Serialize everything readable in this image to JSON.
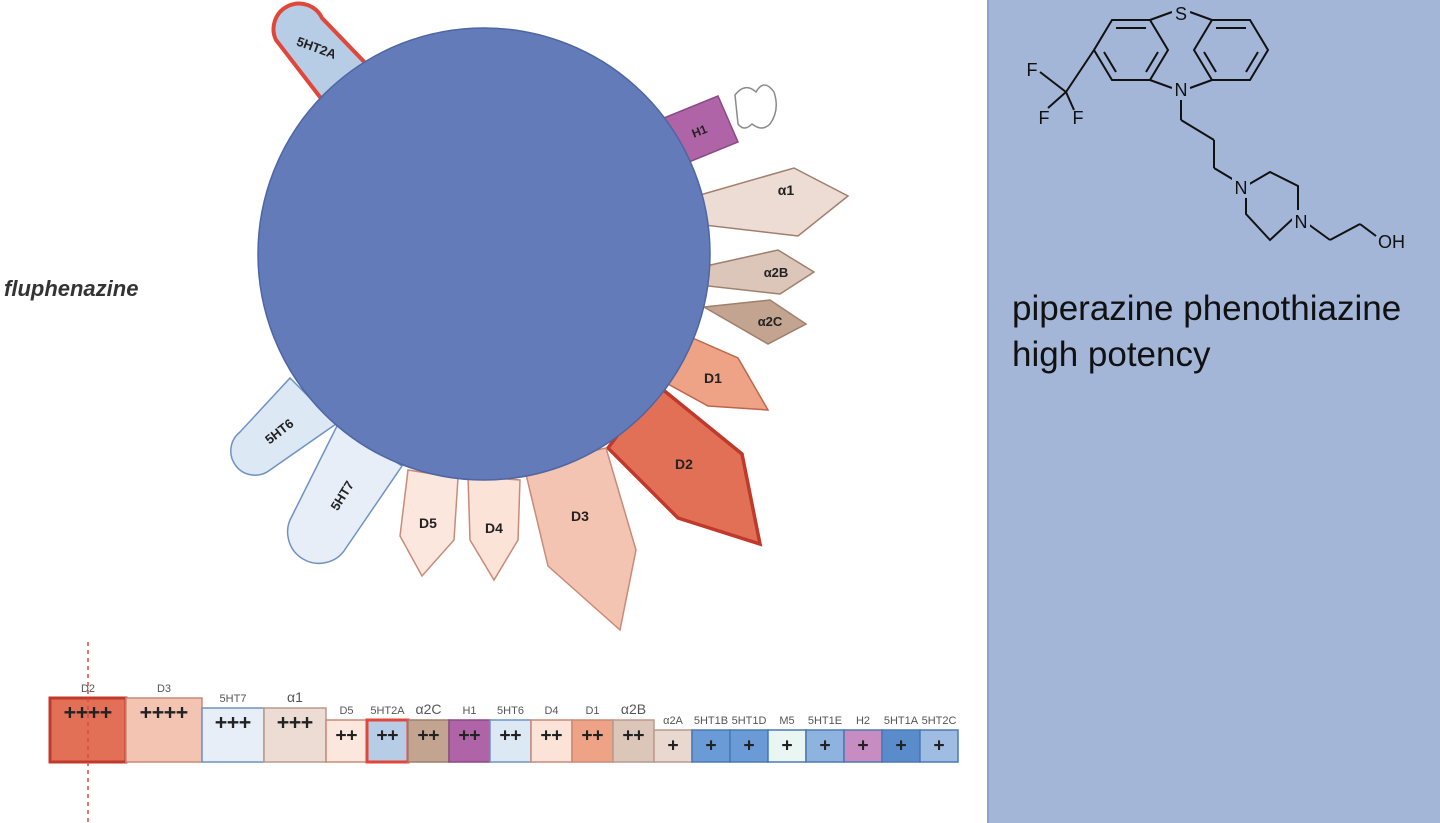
{
  "drug_name": "fluphenazine",
  "description_lines": [
    "piperazine phenothiazine",
    "high potency"
  ],
  "molecule_atoms": [
    "S",
    "N",
    "F",
    "F",
    "F",
    "N",
    "N",
    "OH"
  ],
  "colors": {
    "right_panel": "#a3b6d8",
    "circle": "#637cb9",
    "dopamine_dark": "#e27056",
    "dopamine_light": "#f3c4b1",
    "serotonin": "#b7cde6",
    "adrenergic": "#ecdcd3",
    "histamine": "#b064a8"
  },
  "receptor_petals": [
    {
      "label": "5HT2A",
      "shape": "capsule"
    },
    {
      "label": "H1",
      "shape": "tab"
    },
    {
      "label": "α1",
      "shape": "kite"
    },
    {
      "label": "α2B",
      "shape": "kite"
    },
    {
      "label": "α2C",
      "shape": "kite"
    },
    {
      "label": "D1",
      "shape": "kite"
    },
    {
      "label": "D2",
      "shape": "kite"
    },
    {
      "label": "D3",
      "shape": "kite"
    },
    {
      "label": "D4",
      "shape": "kite"
    },
    {
      "label": "D5",
      "shape": "kite"
    },
    {
      "label": "5HT7",
      "shape": "capsule"
    },
    {
      "label": "5HT6",
      "shape": "capsule"
    }
  ],
  "binding_table": [
    {
      "label": "D2",
      "plus": "++++",
      "strength": 4,
      "color": "#e27056",
      "border": "#c0392b",
      "header_style": "small"
    },
    {
      "label": "D3",
      "plus": "++++",
      "strength": 4,
      "color": "#f3c4b1",
      "border": "#c98a78",
      "header_style": "small"
    },
    {
      "label": "5HT7",
      "plus": "+++",
      "strength": 3,
      "color": "#e7eef8",
      "border": "#6f92c4",
      "header_style": "small"
    },
    {
      "label": "α1",
      "plus": "+++",
      "strength": 3,
      "color": "#ecdcd3",
      "border": "#b99a8c",
      "header_style": "greek"
    },
    {
      "label": "D5",
      "plus": "++",
      "strength": 2,
      "color": "#fbe7de",
      "border": "#c98a78",
      "header_style": "small"
    },
    {
      "label": "5HT2A",
      "plus": "++",
      "strength": 2,
      "color": "#b7cde6",
      "border": "#e0473a",
      "header_style": "small"
    },
    {
      "label": "α2C",
      "plus": "++",
      "strength": 2,
      "color": "#c3a491",
      "border": "#a07f6c",
      "header_style": "greek"
    },
    {
      "label": "H1",
      "plus": "++",
      "strength": 2,
      "color": "#b064a8",
      "border": "#8a4a84",
      "header_style": "small"
    },
    {
      "label": "5HT6",
      "plus": "++",
      "strength": 2,
      "color": "#dde8f5",
      "border": "#6f92c4",
      "header_style": "small"
    },
    {
      "label": "D4",
      "plus": "++",
      "strength": 2,
      "color": "#fbe3d8",
      "border": "#c98a78",
      "header_style": "small"
    },
    {
      "label": "D1",
      "plus": "++",
      "strength": 2,
      "color": "#eea386",
      "border": "#c98a78",
      "header_style": "small"
    },
    {
      "label": "α2B",
      "plus": "++",
      "strength": 2,
      "color": "#dcc6b9",
      "border": "#b99a8c",
      "header_style": "greek"
    },
    {
      "label": "α2A",
      "plus": "+",
      "strength": 1,
      "color": "#e8d8cf",
      "border": "#b99a8c",
      "header_style": "small"
    },
    {
      "label": "5HT1B",
      "plus": "+",
      "strength": 1,
      "color": "#6b9bd6",
      "border": "#4a78b4",
      "header_style": "small"
    },
    {
      "label": "5HT1D",
      "plus": "+",
      "strength": 1,
      "color": "#6b9bd6",
      "border": "#4a78b4",
      "header_style": "small"
    },
    {
      "label": "M5",
      "plus": "+",
      "strength": 1,
      "color": "#e9f6f2",
      "border": "#4a78b4",
      "header_style": "small"
    },
    {
      "label": "5HT1E",
      "plus": "+",
      "strength": 1,
      "color": "#8fb3df",
      "border": "#4a78b4",
      "header_style": "small"
    },
    {
      "label": "H2",
      "plus": "+",
      "strength": 1,
      "color": "#c78cc1",
      "border": "#4a78b4",
      "header_style": "small"
    },
    {
      "label": "5HT1A",
      "plus": "+",
      "strength": 1,
      "color": "#5a8ccc",
      "border": "#4a78b4",
      "header_style": "small"
    },
    {
      "label": "5HT2C",
      "plus": "+",
      "strength": 1,
      "color": "#9fbde3",
      "border": "#4a78b4",
      "header_style": "small"
    }
  ]
}
